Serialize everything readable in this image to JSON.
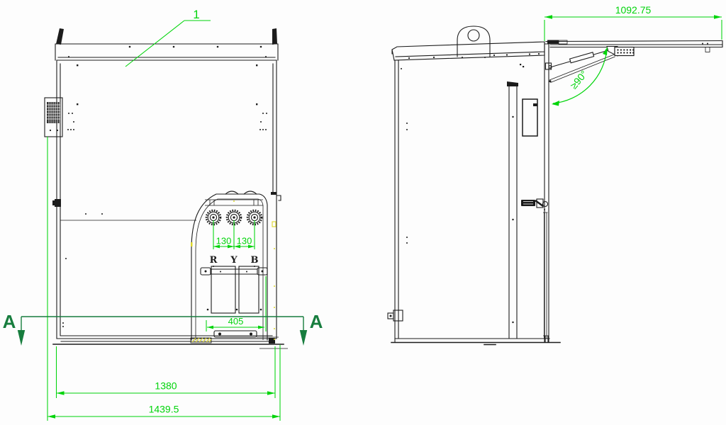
{
  "labels": {
    "callout": "1",
    "section": "A"
  },
  "front_view": {
    "phases": [
      "R",
      "Y",
      "B"
    ],
    "dim_bushing_left": "130",
    "dim_bushing_right": "130",
    "dim_cable_box": "405",
    "dim_body_width": "1380",
    "dim_overall_width": "1439.5"
  },
  "side_view": {
    "dim_door_open": "1092.75",
    "angle_door_open": "≥90°"
  },
  "colors": {
    "dimension_green": "#00d40a",
    "section_green": "#177d3e",
    "line_black": "#1c1c1c",
    "accent_yellow": "#ded82b"
  }
}
